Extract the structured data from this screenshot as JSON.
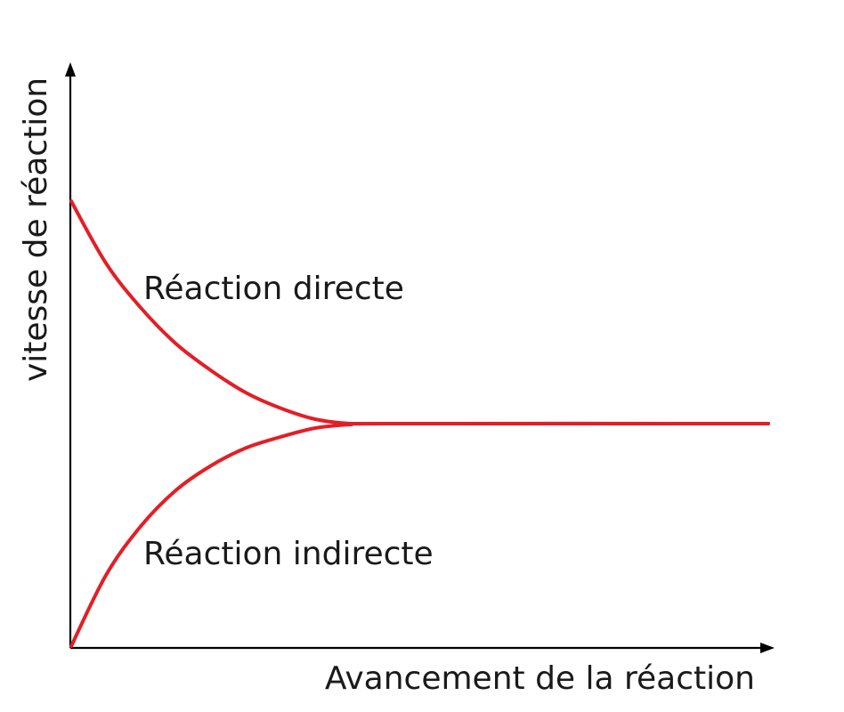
{
  "chart_data": {
    "type": "line",
    "title": "",
    "xlabel": "Avancement de la réaction",
    "ylabel": "vitesse de réaction",
    "grid": false,
    "legend": "none",
    "xlim": [
      0,
      10
    ],
    "ylim": [
      0,
      1
    ],
    "series": [
      {
        "name": "Réaction directe",
        "color": "#e41e26",
        "x": [
          0,
          0.5,
          1,
          1.5,
          2,
          2.5,
          3,
          3.5,
          4,
          4.5,
          10
        ],
        "y": [
          1.0,
          0.86,
          0.76,
          0.68,
          0.62,
          0.57,
          0.535,
          0.51,
          0.5,
          0.5,
          0.5
        ]
      },
      {
        "name": "Réaction indirecte",
        "color": "#e41e26",
        "x": [
          0,
          0.5,
          1,
          1.5,
          2,
          2.5,
          3,
          3.5,
          4,
          4.5,
          10
        ],
        "y": [
          0.0,
          0.16,
          0.27,
          0.35,
          0.405,
          0.445,
          0.47,
          0.49,
          0.498,
          0.5,
          0.5
        ]
      }
    ]
  }
}
